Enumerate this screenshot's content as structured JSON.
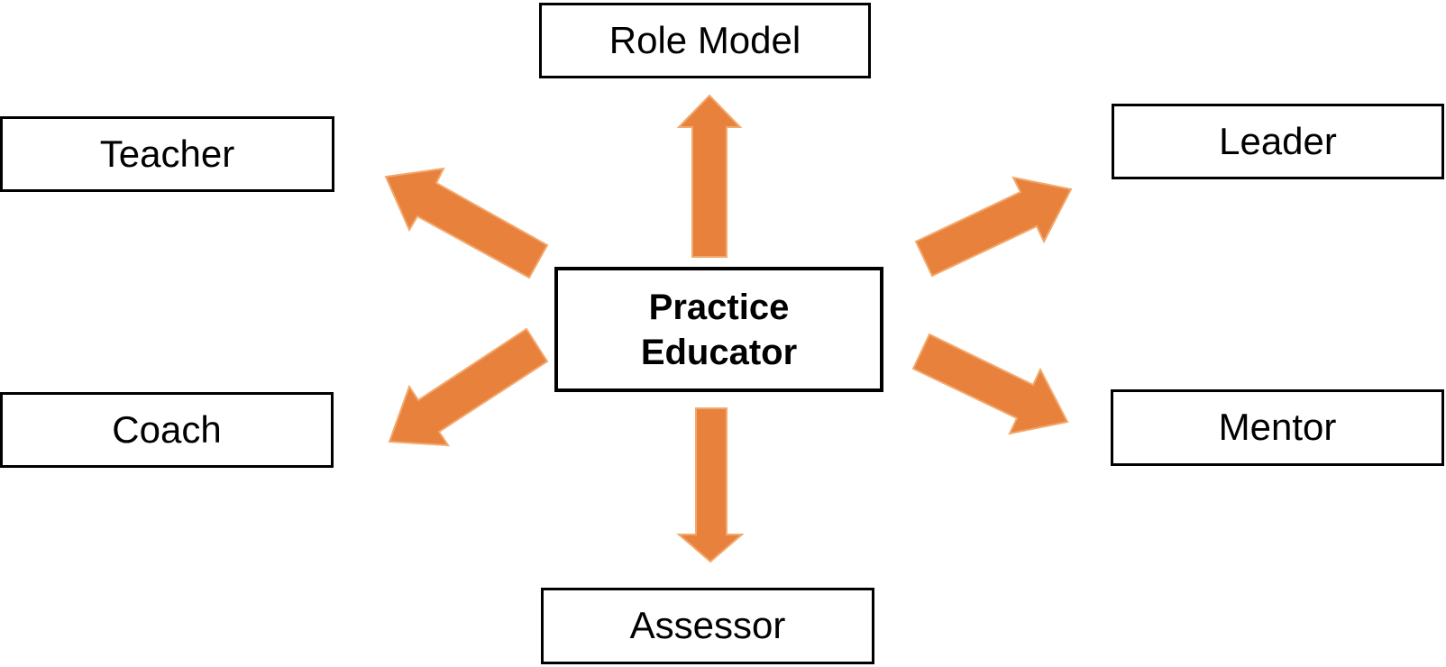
{
  "diagram": {
    "type": "spider",
    "center": {
      "label": "Practice Educator",
      "lines": [
        "Practice",
        "Educator"
      ]
    },
    "roles": [
      {
        "id": "role-model",
        "label": "Role Model",
        "position": "top"
      },
      {
        "id": "teacher",
        "label": "Teacher",
        "position": "upper-left"
      },
      {
        "id": "leader",
        "label": "Leader",
        "position": "upper-right"
      },
      {
        "id": "coach",
        "label": "Coach",
        "position": "lower-left"
      },
      {
        "id": "mentor",
        "label": "Mentor",
        "position": "lower-right"
      },
      {
        "id": "assessor",
        "label": "Assessor",
        "position": "bottom"
      }
    ],
    "colors": {
      "arrow_fill": "#E8813C",
      "arrow_edge": "#F2A96E",
      "box_border": "#000000",
      "text": "#000000",
      "background": "#FFFFFF"
    }
  }
}
